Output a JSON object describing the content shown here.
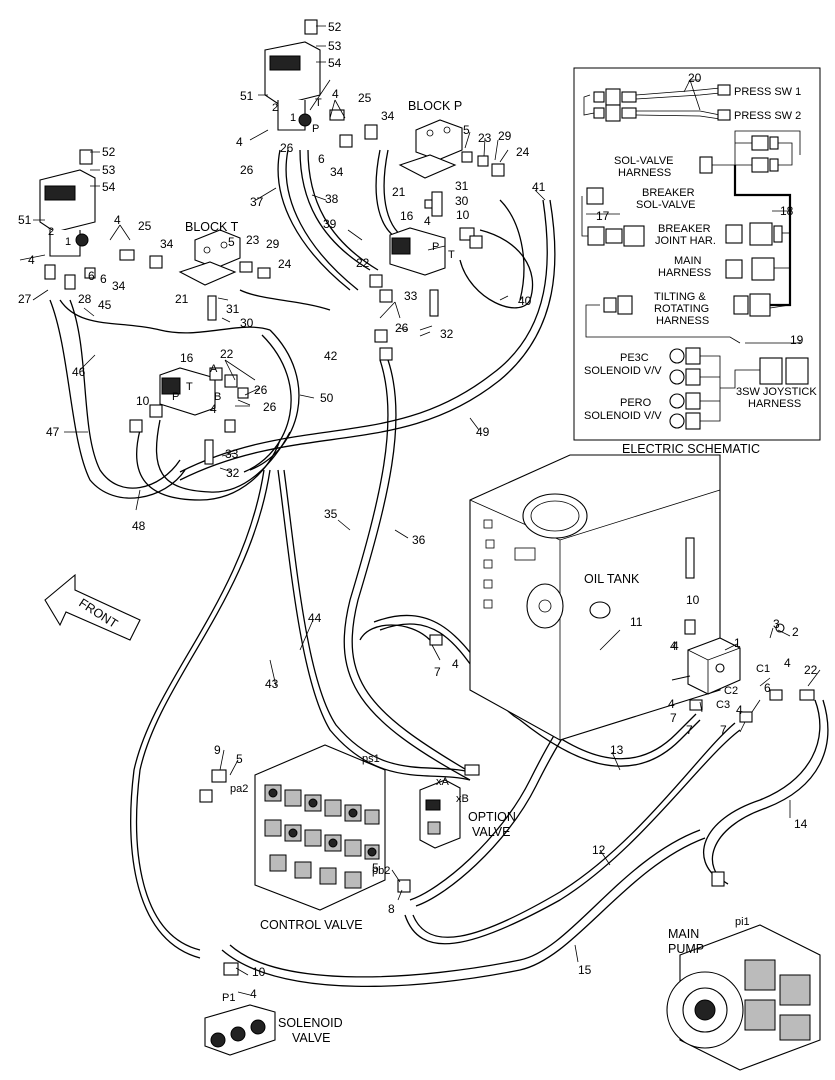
{
  "labels": {
    "block_p": "BLOCK P",
    "block_t": "BLOCK T",
    "oil_tank": "OIL TANK",
    "front": "FRONT",
    "option_valve_1": "OPTION",
    "option_valve_2": "VALVE",
    "control_valve": "CONTROL VALVE",
    "main_pump_1": "MAIN",
    "main_pump_2": "PUMP",
    "solenoid_valve_1": "SOLENOID",
    "solenoid_valve_2": "VALVE"
  },
  "electric_schematic": {
    "title": "ELECTRIC SCHEMATIC",
    "press_sw_1": "PRESS SW 1",
    "press_sw_2": "PRESS SW 2",
    "sol_valve_harness_1": "SOL-VALVE",
    "sol_valve_harness_2": "HARNESS",
    "breaker_sol_valve_1": "BREAKER",
    "breaker_sol_valve_2": "SOL-VALVE",
    "breaker_joint_1": "BREAKER",
    "breaker_joint_2": "JOINT HAR.",
    "main_harness_1": "MAIN",
    "main_harness_2": "HARNESS",
    "tilting_1": "TILTING &",
    "tilting_2": "ROTATING",
    "tilting_3": "HARNESS",
    "pe3c_1": "PE3C",
    "pe3c_2": "SOLENOID V/V",
    "pero_1": "PERO",
    "pero_2": "SOLENOID V/V",
    "joystick_1": "3SW JOYSTICK",
    "joystick_2": "HARNESS",
    "callouts": [
      "20",
      "17",
      "18",
      "19"
    ]
  },
  "port_labels": [
    "T",
    "P",
    "A",
    "B",
    "T",
    "P",
    "T",
    "P",
    "C1",
    "C2",
    "C3",
    "xA",
    "xB",
    "pa2",
    "ps1",
    "pb2",
    "pi1",
    "P1",
    "1",
    "2",
    "1",
    "2"
  ],
  "callouts": [
    "52",
    "53",
    "54",
    "51",
    "4",
    "25",
    "34",
    "6",
    "26",
    "5",
    "23",
    "29",
    "24",
    "21",
    "31",
    "30",
    "16",
    "10",
    "22",
    "33",
    "32",
    "37",
    "38",
    "39",
    "40",
    "41",
    "42",
    "52",
    "53",
    "54",
    "51",
    "4",
    "25",
    "34",
    "6",
    "27",
    "28",
    "45",
    "46",
    "47",
    "48",
    "16",
    "10",
    "22",
    "33",
    "32",
    "26",
    "23",
    "29",
    "24",
    "21",
    "31",
    "30",
    "50",
    "49",
    "35",
    "36",
    "44",
    "43",
    "11",
    "7",
    "4",
    "3",
    "2",
    "1",
    "6",
    "22",
    "4",
    "7",
    "13",
    "14",
    "12",
    "15",
    "9",
    "5",
    "8",
    "10",
    "4",
    "4",
    "5",
    "10",
    "4",
    "26",
    "34",
    "6",
    "26",
    "4",
    "26",
    "4",
    "34",
    "7",
    "4",
    "7",
    "4",
    "5",
    "4",
    "4"
  ]
}
